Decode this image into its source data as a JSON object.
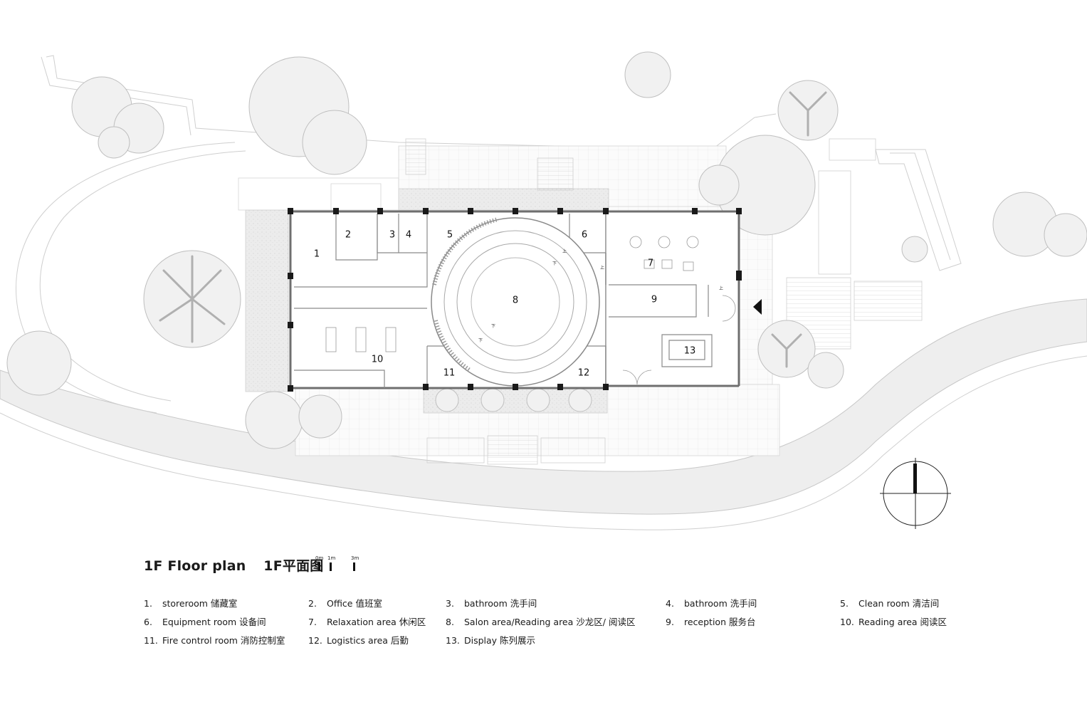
{
  "title": {
    "en": "1F Floor plan",
    "cn": "1F平面图"
  },
  "scale_bar": {
    "labels": [
      "0m",
      "1m",
      "3m"
    ]
  },
  "rooms": [
    {
      "id": "1"
    },
    {
      "id": "2"
    },
    {
      "id": "3"
    },
    {
      "id": "4"
    },
    {
      "id": "5"
    },
    {
      "id": "6"
    },
    {
      "id": "7"
    },
    {
      "id": "8"
    },
    {
      "id": "9"
    },
    {
      "id": "10"
    },
    {
      "id": "11"
    },
    {
      "id": "12"
    },
    {
      "id": "13"
    }
  ],
  "stair_marks": [
    "上",
    "下"
  ],
  "legend": [
    {
      "num": "1.",
      "text": "storeroom 储藏室"
    },
    {
      "num": "2.",
      "text": "Office 值班室"
    },
    {
      "num": "3.",
      "text": "bathroom 洗手间"
    },
    {
      "num": "4.",
      "text": "bathroom 洗手间"
    },
    {
      "num": "5.",
      "text": "Clean room 清洁间"
    },
    {
      "num": "6.",
      "text": "Equipment room 设备间"
    },
    {
      "num": "7.",
      "text": "Relaxation area 休闲区"
    },
    {
      "num": "8.",
      "text": "Salon area/Reading area 沙龙区/ 阅读区"
    },
    {
      "num": "9.",
      "text": "reception 服务台"
    },
    {
      "num": "10.",
      "text": "Reading area 阅读区"
    },
    {
      "num": "11.",
      "text": "Fire control room 消防控制室"
    },
    {
      "num": "12.",
      "text": "Logistics area 后勤"
    },
    {
      "num": "13.",
      "text": "Display 陈列展示"
    }
  ]
}
